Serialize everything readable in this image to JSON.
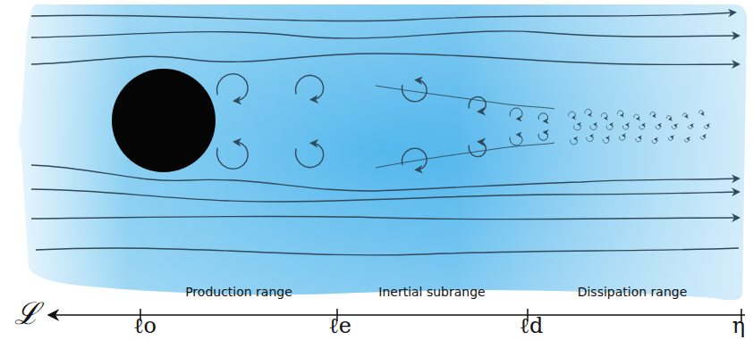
{
  "diagram": {
    "labels": [
      "Production range",
      "Inertial subrange",
      "Dissipation range",
      "ℒ",
      "ℓo",
      "ℓe",
      "ℓd",
      "η"
    ]
  }
}
